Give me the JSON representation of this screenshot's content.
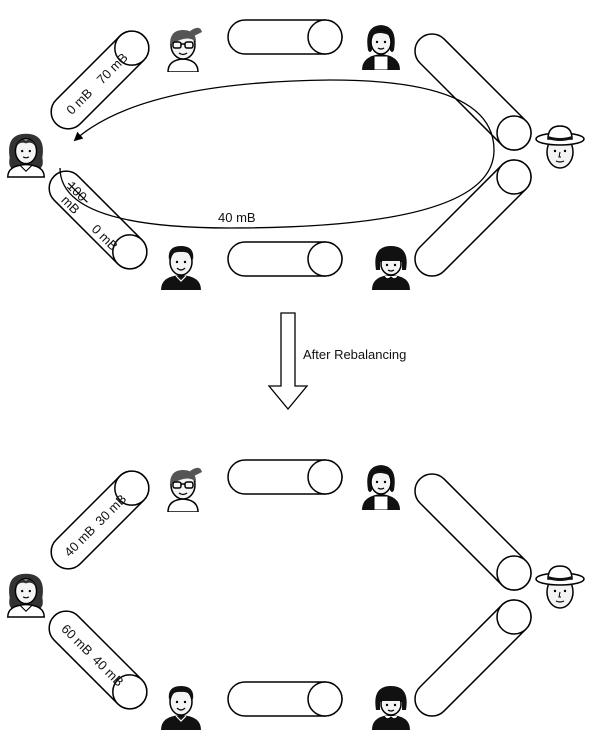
{
  "colors": {
    "stroke": "#000000",
    "fill": "#ffffff",
    "skin": "#f4f4f4",
    "hair": "#1a1a1a"
  },
  "transition": {
    "caption": "After Rebalancing",
    "icon": "down-arrow-icon"
  },
  "before": {
    "channel_left_top": {
      "near_label": "0 mB",
      "far_label": "70 mB"
    },
    "channel_left_bottom": {
      "struck_label": "100",
      "struck_unit": "mB",
      "far_label": "0 mB"
    },
    "route_label": "40 mB"
  },
  "after": {
    "channel_left_top": {
      "near_label": "40 mB",
      "far_label": "30 mB"
    },
    "channel_left_bottom": {
      "near_label": "60 mB",
      "far_label": "40 mB"
    }
  }
}
